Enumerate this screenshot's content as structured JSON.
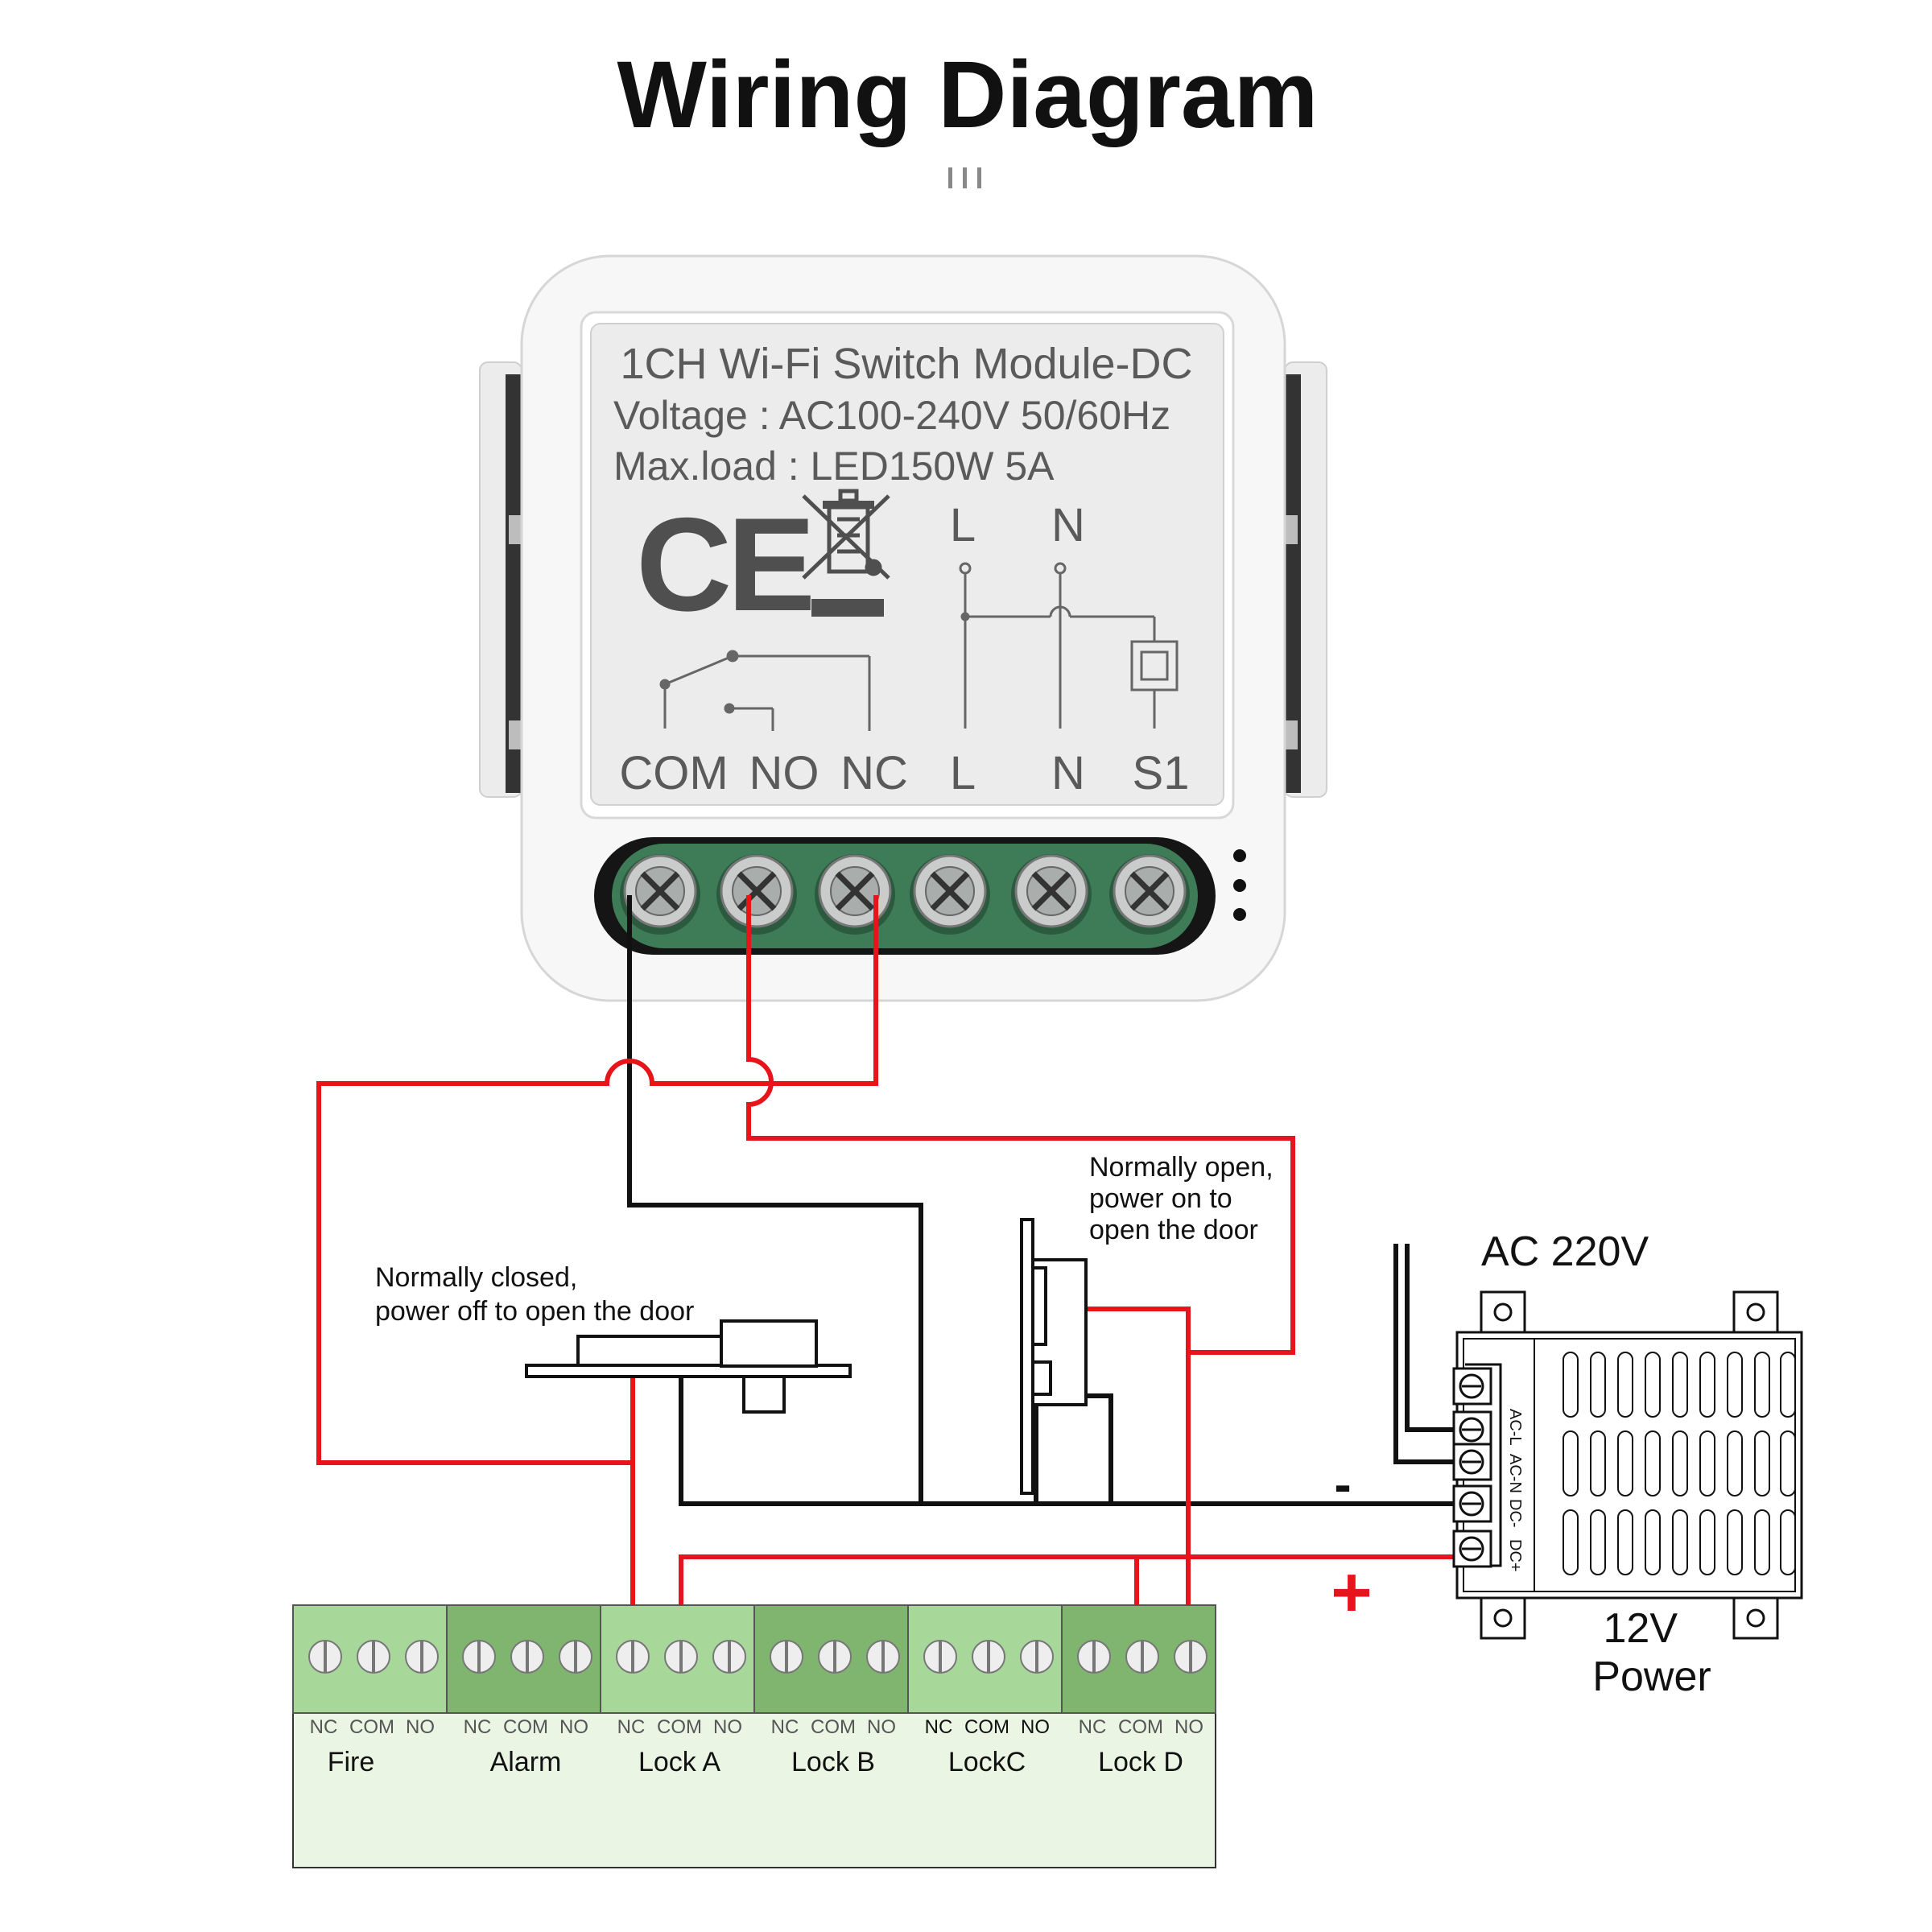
{
  "title": "Wiring Diagram",
  "module": {
    "name": "1CH Wi-Fi Switch Module-DC",
    "voltage": "Voltage : AC100-240V 50/60Hz",
    "maxload": "Max.load : LED150W 5A",
    "ce_mark": "CE",
    "schematic_top": [
      "L",
      "N"
    ],
    "terminal_labels": [
      "COM",
      "NO",
      "NC",
      "L",
      "N",
      "S1"
    ]
  },
  "annotations": {
    "normally_closed": [
      "Normally closed,",
      "power off to open the door"
    ],
    "normally_open": [
      "Normally open,",
      "power on to",
      "open the door"
    ]
  },
  "power_supply": {
    "input_label": "AC 220V",
    "terminal_labels": [
      "AC-L",
      "AC-N",
      "DC-",
      "DC+"
    ],
    "output_label": [
      "12V",
      "Power"
    ],
    "negative_sign": "-",
    "positive_sign": "+"
  },
  "controller": {
    "contact_labels": [
      "NC",
      "COM",
      "NO"
    ],
    "groups": [
      "Fire",
      "Alarm",
      "Lock A",
      "Lock B",
      "LockC",
      "Lock D"
    ]
  },
  "colors": {
    "wire_red": "#e8141b",
    "wire_black": "#111111",
    "terminal_green": "#3e7b57",
    "controller_light": "#a8d79a",
    "controller_dark": "#7fb56f",
    "controller_body": "#eaf5e4"
  }
}
